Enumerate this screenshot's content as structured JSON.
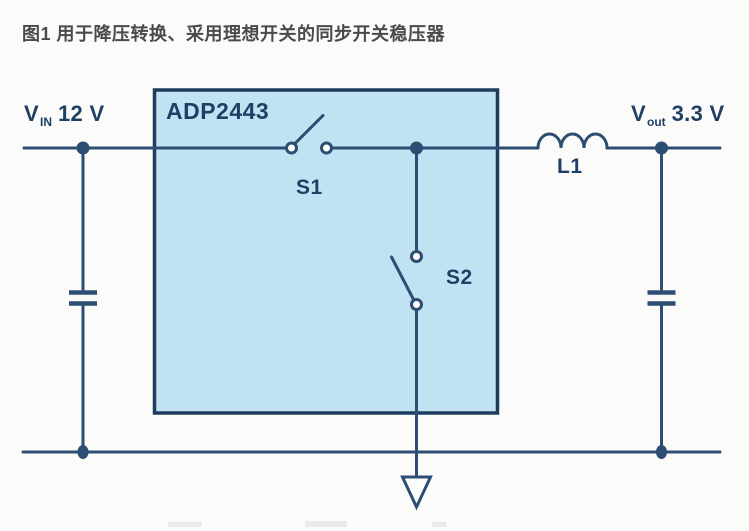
{
  "title": "图1 用于降压转换、采用理想开关的同步开关稳压器",
  "circuit": {
    "chip_label": "ADP2443",
    "input": {
      "symbol": "V",
      "subscript": "IN",
      "value": "12 V"
    },
    "output": {
      "symbol": "V",
      "subscript": "out",
      "value": "3.3 V"
    },
    "switches": [
      {
        "label": "S1"
      },
      {
        "label": "S2"
      }
    ],
    "inductor_label": "L1"
  },
  "colors": {
    "wire": "#2d4e72",
    "chip_fill": "#c1e2f3",
    "chip_border": "#1d3c5e",
    "label": "#1f4064",
    "title": "#4a4a4a",
    "background": "#fbfbfa"
  }
}
